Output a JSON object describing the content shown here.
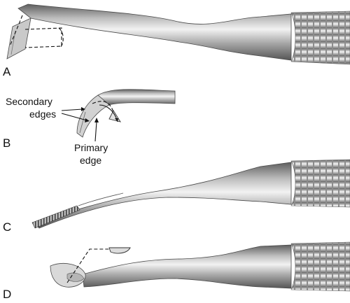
{
  "panels": [
    {
      "letter": "A"
    },
    {
      "letter": "B"
    },
    {
      "letter": "C"
    },
    {
      "letter": "D"
    }
  ],
  "callouts": {
    "secondary_line1": "Secondary",
    "secondary_line2": "edges",
    "primary_line1": "Primary",
    "primary_line2": "edge"
  },
  "colors": {
    "steel_dark": "#6f6f6f",
    "steel_mid": "#a9a9a9",
    "steel_light": "#e8e8e8",
    "ink": "#111111"
  }
}
